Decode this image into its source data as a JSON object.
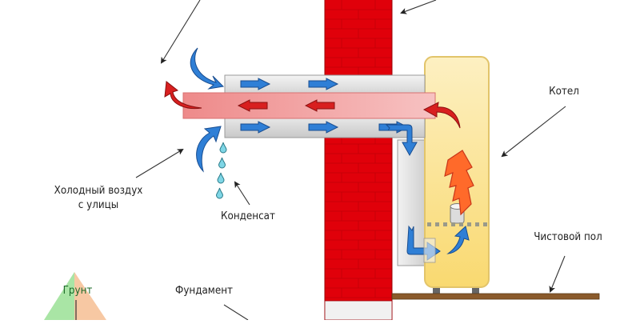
{
  "diagram": {
    "title": "Coaxial chimney with condensing boiler",
    "labels": {
      "cold_air_line1": "Холодный воздух",
      "cold_air_line2": "с улицы",
      "condensate": "Конденсат",
      "boiler": "Котел",
      "finish_floor": "Чистовой пол",
      "foundation": "Фундамент",
      "ground": "Грунт"
    },
    "colors": {
      "wall_brick": "#e0000a",
      "wall_mortar": "#c50008",
      "foundation_fill": "#f1f1f1",
      "exhaust_pipe": "#f39a9a",
      "intake_pipe": "#e4e4e4",
      "air_arrow": "#2f7fd6",
      "hot_arrow": "#d81f1f",
      "boiler_body": "#fbe08a",
      "boiler_border": "#e2c46a",
      "flame": "#ff6a2a",
      "floor": "#8a5a2b",
      "droplet": "#7fd6e6",
      "ground_green": "#a7e3a3",
      "ground_orange": "#f6c7a2",
      "leader_line": "#333333"
    },
    "flows": {
      "intake": "cold outside air enters outer pipe and flows to boiler",
      "exhaust": "flue gases leave through inner pipe to outside"
    },
    "condensate_droplets": 4
  }
}
